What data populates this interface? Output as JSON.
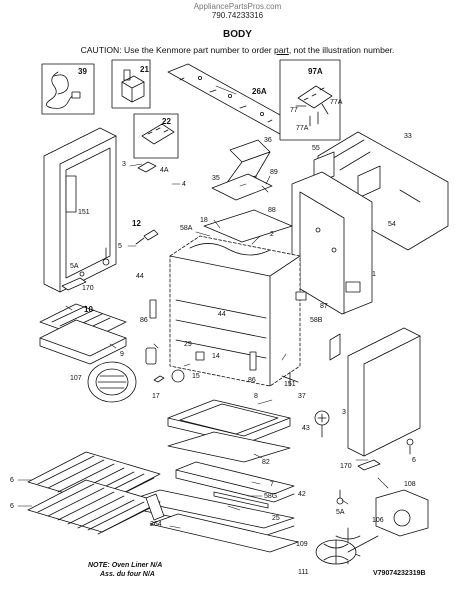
{
  "header": {
    "site": "AppliancePartsPros.com",
    "model": "790.74233316",
    "title": "BODY",
    "caution_before": "CAUTION: Use the Kenmore part number to order ",
    "caution_link": "part",
    "caution_after": ", not the illustration number."
  },
  "parts": {
    "p39": "39",
    "p21": "21",
    "p26A": "26A",
    "p97A": "97A",
    "p77": "77",
    "p77A_1": "77A",
    "p77A_2": "77A",
    "p22": "22",
    "p3_left": "3",
    "p4A": "4A",
    "p36": "36",
    "p33": "33",
    "p55": "55",
    "p151_left": "151",
    "p4": "4",
    "p35": "35",
    "p89": "89",
    "p88": "88",
    "p12": "12",
    "p18": "18",
    "p58A": "58A",
    "p2": "2",
    "p5_left": "5",
    "p44_left": "44",
    "p54": "54",
    "p5A_left": "5A",
    "p1": "1",
    "p170_left": "170",
    "p87": "87",
    "p10": "10",
    "p86_left": "86",
    "p44_right": "44",
    "p58B": "58B",
    "p9": "9",
    "p29": "29",
    "p14": "14",
    "p107": "107",
    "p15": "15",
    "p86_right": "86",
    "p151_right": "151",
    "p17": "17",
    "p37": "37",
    "p8": "8",
    "p3_right": "3",
    "p43": "43",
    "p6_right": "6",
    "p82": "82",
    "p170_right": "170",
    "p6_left": "6",
    "p7": "7",
    "p58G": "58G",
    "p42": "42",
    "p108": "108",
    "p5A_right": "5A",
    "p264": "264",
    "p25": "25",
    "p106": "106",
    "p109": "109",
    "p111": "111"
  },
  "footer": {
    "note_line1": "NOTE: Oven Liner N/A",
    "note_line2": "Ass. du four N/A",
    "diagram_ref": "V79074232319B"
  }
}
